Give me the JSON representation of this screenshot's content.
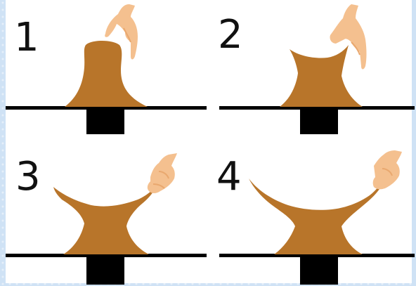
{
  "steps": [
    {
      "number": "1"
    },
    {
      "number": "2"
    },
    {
      "number": "3"
    },
    {
      "number": "4"
    }
  ],
  "colors": {
    "clay": "#b8752a",
    "clay_edge": "#9a5f1f",
    "hand": "#f4c08f",
    "hand_edge": "#e9a86f",
    "wheel": "#000000",
    "background": "#ffffff",
    "frame": "#d6e7f7"
  }
}
